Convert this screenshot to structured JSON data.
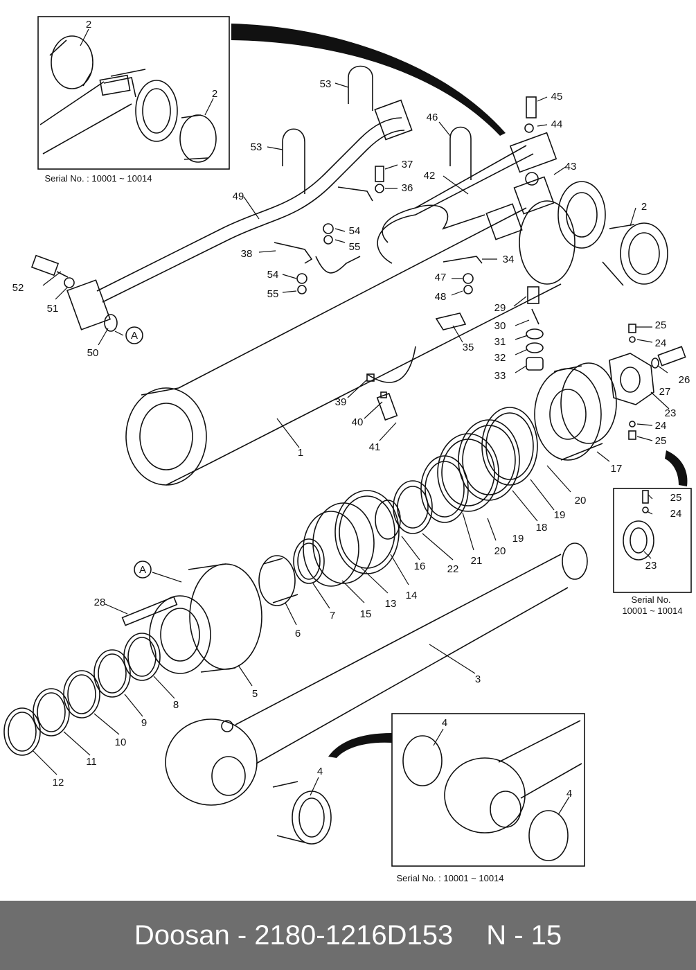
{
  "inset_captions": {
    "top_left": "Serial No. : 10001 ~ 10014",
    "right_line1": "Serial No.",
    "right_line2": "10001 ~ 10014",
    "bottom": "Serial No. : 10001 ~ 10014"
  },
  "callout_letter": "A",
  "part_labels": [
    "1",
    "2",
    "3",
    "4",
    "5",
    "6",
    "7",
    "8",
    "9",
    "10",
    "11",
    "12",
    "13",
    "14",
    "15",
    "16",
    "17",
    "18",
    "19",
    "20",
    "21",
    "22",
    "23",
    "24",
    "25",
    "26",
    "27",
    "28",
    "29",
    "30",
    "31",
    "32",
    "33",
    "34",
    "35",
    "36",
    "37",
    "38",
    "39",
    "40",
    "41",
    "42",
    "43",
    "44",
    "45",
    "46",
    "47",
    "48",
    "49",
    "50",
    "51",
    "52",
    "53",
    "54",
    "55"
  ],
  "footer": {
    "part_text": "Doosan - 2180-1216D153",
    "page_text": "N - 15"
  },
  "colors": {
    "footer_bg": "#6e6e6e",
    "line": "#111111"
  }
}
